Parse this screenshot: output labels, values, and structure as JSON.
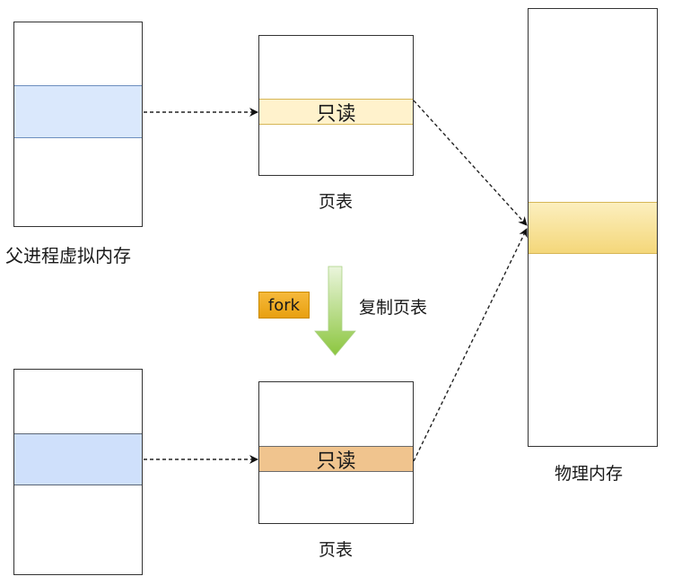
{
  "diagram": {
    "title": "fork copy-on-write page table diagram",
    "parent_virtual_memory": {
      "label": "父进程虚拟内存"
    },
    "child_virtual_memory": {
      "label": ""
    },
    "parent_page_table": {
      "label": "页表",
      "entry_label": "只读"
    },
    "child_page_table": {
      "label": "页表",
      "entry_label": "只读"
    },
    "physical_memory": {
      "label": "物理内存"
    },
    "fork_step": {
      "badge": "fork",
      "description": "复制页表"
    },
    "colors": {
      "virtual_region": "#dae8fc",
      "parent_entry": "#fff2cc",
      "child_entry": "#f0c48e",
      "physical_page": "#f4d77a",
      "fork_badge": "#f0a30a",
      "fork_arrow": "#8cc63f"
    },
    "edges": [
      {
        "from": "parent_virtual_memory",
        "to": "parent_page_table",
        "style": "dashed"
      },
      {
        "from": "child_virtual_memory",
        "to": "child_page_table",
        "style": "dashed"
      },
      {
        "from": "parent_page_table",
        "to": "physical_memory",
        "style": "dashed"
      },
      {
        "from": "child_page_table",
        "to": "physical_memory",
        "style": "dashed"
      }
    ]
  }
}
